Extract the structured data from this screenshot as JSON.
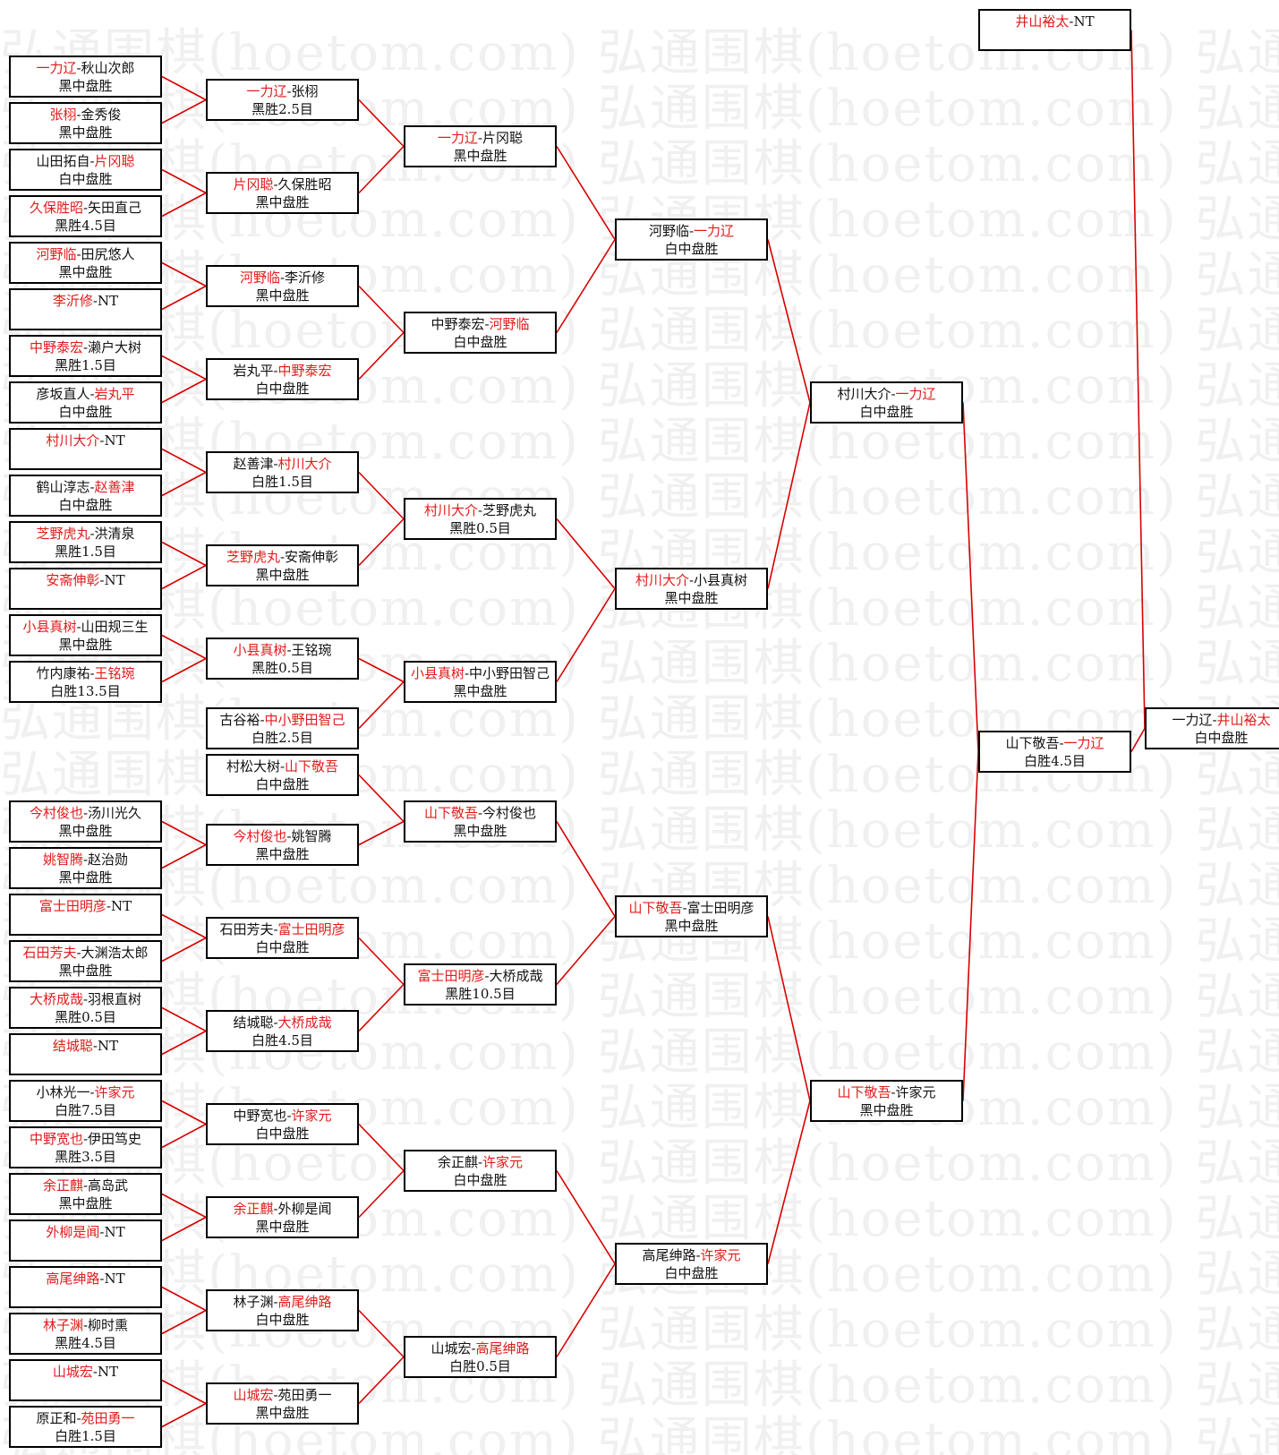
{
  "watermark": "弘通围棋(hoetom.com)",
  "colors": {
    "winner": "#e11b1b",
    "connector": "#d90000",
    "border": "#000000"
  },
  "bracket": {
    "r1": [
      {
        "id": "r1-1",
        "top": [
          [
            "一力辽",
            "w"
          ],
          [
            "-秋山次郎",
            ""
          ]
        ],
        "result": "黑中盘胜"
      },
      {
        "id": "r1-2",
        "top": [
          [
            "张栩",
            "w"
          ],
          [
            "-金秀俊",
            ""
          ]
        ],
        "result": "黑中盘胜"
      },
      {
        "id": "r1-3",
        "top": [
          [
            "山田拓自-",
            ""
          ],
          [
            "片冈聪",
            "w"
          ]
        ],
        "result": "白中盘胜"
      },
      {
        "id": "r1-4",
        "top": [
          [
            "久保胜昭",
            "w"
          ],
          [
            "-矢田直己",
            ""
          ]
        ],
        "result": "黑胜4.5目"
      },
      {
        "id": "r1-5",
        "top": [
          [
            "河野临",
            "w"
          ],
          [
            "-田尻悠人",
            ""
          ]
        ],
        "result": "黑中盘胜"
      },
      {
        "id": "r1-6",
        "top": [
          [
            "李沂修",
            "w"
          ],
          [
            "-NT",
            ""
          ]
        ],
        "result": ""
      },
      {
        "id": "r1-7",
        "top": [
          [
            "中野泰宏",
            "w"
          ],
          [
            "-濑户大树",
            ""
          ]
        ],
        "result": "黑胜1.5目"
      },
      {
        "id": "r1-8",
        "top": [
          [
            "彦坂直人-",
            ""
          ],
          [
            "岩丸平",
            "w"
          ]
        ],
        "result": "白中盘胜"
      },
      {
        "id": "r1-9",
        "top": [
          [
            "村川大介",
            "w"
          ],
          [
            "-NT",
            ""
          ]
        ],
        "result": ""
      },
      {
        "id": "r1-10",
        "top": [
          [
            "鹤山淳志-",
            ""
          ],
          [
            "赵善津",
            "w"
          ]
        ],
        "result": "白中盘胜"
      },
      {
        "id": "r1-11",
        "top": [
          [
            "芝野虎丸",
            "w"
          ],
          [
            "-洪清泉",
            ""
          ]
        ],
        "result": "黑胜1.5目"
      },
      {
        "id": "r1-12",
        "top": [
          [
            "安斋伸彰",
            "w"
          ],
          [
            "-NT",
            ""
          ]
        ],
        "result": ""
      },
      {
        "id": "r1-13",
        "top": [
          [
            "小县真树",
            "w"
          ],
          [
            "-山田规三生",
            ""
          ]
        ],
        "result": "黑中盘胜"
      },
      {
        "id": "r1-14",
        "top": [
          [
            "竹内康祐-",
            ""
          ],
          [
            "王铭琬",
            "w"
          ]
        ],
        "result": "白胜13.5目"
      },
      {
        "id": "r1-15",
        "top": [
          [
            "今村俊也",
            "w"
          ],
          [
            "-汤川光久",
            ""
          ]
        ],
        "result": "黑中盘胜"
      },
      {
        "id": "r1-16",
        "top": [
          [
            "姚智腾",
            "w"
          ],
          [
            "-赵治勋",
            ""
          ]
        ],
        "result": "黑中盘胜"
      },
      {
        "id": "r1-17",
        "top": [
          [
            "富士田明彦",
            "w"
          ],
          [
            "-NT",
            ""
          ]
        ],
        "result": ""
      },
      {
        "id": "r1-18",
        "top": [
          [
            "石田芳夫",
            "w"
          ],
          [
            "-大渊浩太郎",
            ""
          ]
        ],
        "result": "黑中盘胜"
      },
      {
        "id": "r1-19",
        "top": [
          [
            "大桥成哉",
            "w"
          ],
          [
            "-羽根直树",
            ""
          ]
        ],
        "result": "黑胜0.5目"
      },
      {
        "id": "r1-20",
        "top": [
          [
            "结城聪",
            "w"
          ],
          [
            "-NT",
            ""
          ]
        ],
        "result": ""
      },
      {
        "id": "r1-21",
        "top": [
          [
            "小林光一-",
            ""
          ],
          [
            "许家元",
            "w"
          ]
        ],
        "result": "白胜7.5目"
      },
      {
        "id": "r1-22",
        "top": [
          [
            "中野宽也",
            "w"
          ],
          [
            "-伊田笃史",
            ""
          ]
        ],
        "result": "黑胜3.5目"
      },
      {
        "id": "r1-23",
        "top": [
          [
            "余正麒",
            "w"
          ],
          [
            "-高岛武",
            ""
          ]
        ],
        "result": "黑中盘胜"
      },
      {
        "id": "r1-24",
        "top": [
          [
            "外柳是闻",
            "w"
          ],
          [
            "-NT",
            ""
          ]
        ],
        "result": ""
      },
      {
        "id": "r1-25",
        "top": [
          [
            "高尾绅路",
            "w"
          ],
          [
            "-NT",
            ""
          ]
        ],
        "result": ""
      },
      {
        "id": "r1-26",
        "top": [
          [
            "林子渊",
            "w"
          ],
          [
            "-柳时熏",
            ""
          ]
        ],
        "result": "黑胜4.5目"
      },
      {
        "id": "r1-27",
        "top": [
          [
            "山城宏",
            "w"
          ],
          [
            "-NT",
            ""
          ]
        ],
        "result": ""
      },
      {
        "id": "r1-28",
        "top": [
          [
            "原正和-",
            ""
          ],
          [
            "苑田勇一",
            "w"
          ]
        ],
        "result": "白胜1.5目"
      }
    ],
    "r2": [
      {
        "id": "r2-1",
        "top": [
          [
            "一力辽",
            "w"
          ],
          [
            "-张栩",
            ""
          ]
        ],
        "result": "黑胜2.5目"
      },
      {
        "id": "r2-2",
        "top": [
          [
            "片冈聪",
            "w"
          ],
          [
            "-久保胜昭",
            ""
          ]
        ],
        "result": "黑中盘胜"
      },
      {
        "id": "r2-3",
        "top": [
          [
            "河野临",
            "w"
          ],
          [
            "-李沂修",
            ""
          ]
        ],
        "result": "黑中盘胜"
      },
      {
        "id": "r2-4",
        "top": [
          [
            "岩丸平-",
            ""
          ],
          [
            "中野泰宏",
            "w"
          ]
        ],
        "result": "白中盘胜"
      },
      {
        "id": "r2-5",
        "top": [
          [
            "赵善津-",
            ""
          ],
          [
            "村川大介",
            "w"
          ]
        ],
        "result": "白胜1.5目"
      },
      {
        "id": "r2-6",
        "top": [
          [
            "芝野虎丸",
            "w"
          ],
          [
            "-安斋伸彰",
            ""
          ]
        ],
        "result": "黑中盘胜"
      },
      {
        "id": "r2-7",
        "top": [
          [
            "小县真树",
            "w"
          ],
          [
            "-王铭琬",
            ""
          ]
        ],
        "result": "黑胜0.5目"
      },
      {
        "id": "r2-8",
        "top": [
          [
            "古谷裕-",
            ""
          ],
          [
            "中小野田智己",
            "w"
          ]
        ],
        "result": "白胜2.5目"
      },
      {
        "id": "r2-9",
        "top": [
          [
            "村松大树-",
            ""
          ],
          [
            "山下敬吾",
            "w"
          ]
        ],
        "result": "白中盘胜"
      },
      {
        "id": "r2-10",
        "top": [
          [
            "今村俊也",
            "w"
          ],
          [
            "-姚智腾",
            ""
          ]
        ],
        "result": "黑中盘胜"
      },
      {
        "id": "r2-11",
        "top": [
          [
            "石田芳夫-",
            ""
          ],
          [
            "富士田明彦",
            "w"
          ]
        ],
        "result": "白中盘胜"
      },
      {
        "id": "r2-12",
        "top": [
          [
            "结城聪-",
            ""
          ],
          [
            "大桥成哉",
            "w"
          ]
        ],
        "result": "白胜4.5目"
      },
      {
        "id": "r2-13",
        "top": [
          [
            "中野宽也-",
            ""
          ],
          [
            "许家元",
            "w"
          ]
        ],
        "result": "白中盘胜"
      },
      {
        "id": "r2-14",
        "top": [
          [
            "余正麒",
            "w"
          ],
          [
            "-外柳是闻",
            ""
          ]
        ],
        "result": "黑中盘胜"
      },
      {
        "id": "r2-15",
        "top": [
          [
            "林子渊-",
            ""
          ],
          [
            "高尾绅路",
            "w"
          ]
        ],
        "result": "白中盘胜"
      },
      {
        "id": "r2-16",
        "top": [
          [
            "山城宏",
            "w"
          ],
          [
            "-苑田勇一",
            ""
          ]
        ],
        "result": "黑中盘胜"
      }
    ],
    "r3": [
      {
        "id": "r3-1",
        "top": [
          [
            "一力辽",
            "w"
          ],
          [
            "-片冈聪",
            ""
          ]
        ],
        "result": "黑中盘胜"
      },
      {
        "id": "r3-2",
        "top": [
          [
            "中野泰宏-",
            ""
          ],
          [
            "河野临",
            "w"
          ]
        ],
        "result": "白中盘胜"
      },
      {
        "id": "r3-3",
        "top": [
          [
            "村川大介",
            "w"
          ],
          [
            "-芝野虎丸",
            ""
          ]
        ],
        "result": "黑胜0.5目"
      },
      {
        "id": "r3-4",
        "top": [
          [
            "小县真树",
            "w"
          ],
          [
            "-中小野田智己",
            ""
          ]
        ],
        "result": "黑中盘胜"
      },
      {
        "id": "r3-5",
        "top": [
          [
            "山下敬吾",
            "w"
          ],
          [
            "-今村俊也",
            ""
          ]
        ],
        "result": "黑中盘胜"
      },
      {
        "id": "r3-6",
        "top": [
          [
            "富士田明彦",
            "w"
          ],
          [
            "-大桥成哉",
            ""
          ]
        ],
        "result": "黑胜10.5目"
      },
      {
        "id": "r3-7",
        "top": [
          [
            "余正麒-",
            ""
          ],
          [
            "许家元",
            "w"
          ]
        ],
        "result": "白中盘胜"
      },
      {
        "id": "r3-8",
        "top": [
          [
            "山城宏-",
            ""
          ],
          [
            "高尾绅路",
            "w"
          ]
        ],
        "result": "白胜0.5目"
      }
    ],
    "r4": [
      {
        "id": "r4-1",
        "top": [
          [
            "河野临-",
            ""
          ],
          [
            "一力辽",
            "w"
          ]
        ],
        "result": "白中盘胜"
      },
      {
        "id": "r4-2",
        "top": [
          [
            "村川大介",
            "w"
          ],
          [
            "-小县真树",
            ""
          ]
        ],
        "result": "黑中盘胜"
      },
      {
        "id": "r4-3",
        "top": [
          [
            "山下敬吾",
            "w"
          ],
          [
            "-富士田明彦",
            ""
          ]
        ],
        "result": "黑中盘胜"
      },
      {
        "id": "r4-4",
        "top": [
          [
            "高尾绅路-",
            ""
          ],
          [
            "许家元",
            "w"
          ]
        ],
        "result": "白中盘胜"
      }
    ],
    "r5": [
      {
        "id": "r5-1",
        "top": [
          [
            "村川大介-",
            ""
          ],
          [
            "一力辽",
            "w"
          ]
        ],
        "result": "白中盘胜"
      },
      {
        "id": "r5-2",
        "top": [
          [
            "山下敬吾",
            "w"
          ],
          [
            "-许家元",
            ""
          ]
        ],
        "result": "黑中盘胜"
      }
    ],
    "r6": [
      {
        "id": "r6-1",
        "top": [
          [
            "山下敬吾-",
            ""
          ],
          [
            "一力辽",
            "w"
          ]
        ],
        "result": "白胜4.5目"
      }
    ],
    "seed": [
      {
        "id": "seed-1",
        "top": [
          [
            "井山裕太",
            "w"
          ],
          [
            "-NT",
            ""
          ]
        ],
        "result": ""
      }
    ],
    "final": [
      {
        "id": "final-1",
        "top": [
          [
            "一力辽-",
            ""
          ],
          [
            "井山裕太",
            "w"
          ]
        ],
        "result": "白中盘胜"
      }
    ]
  }
}
